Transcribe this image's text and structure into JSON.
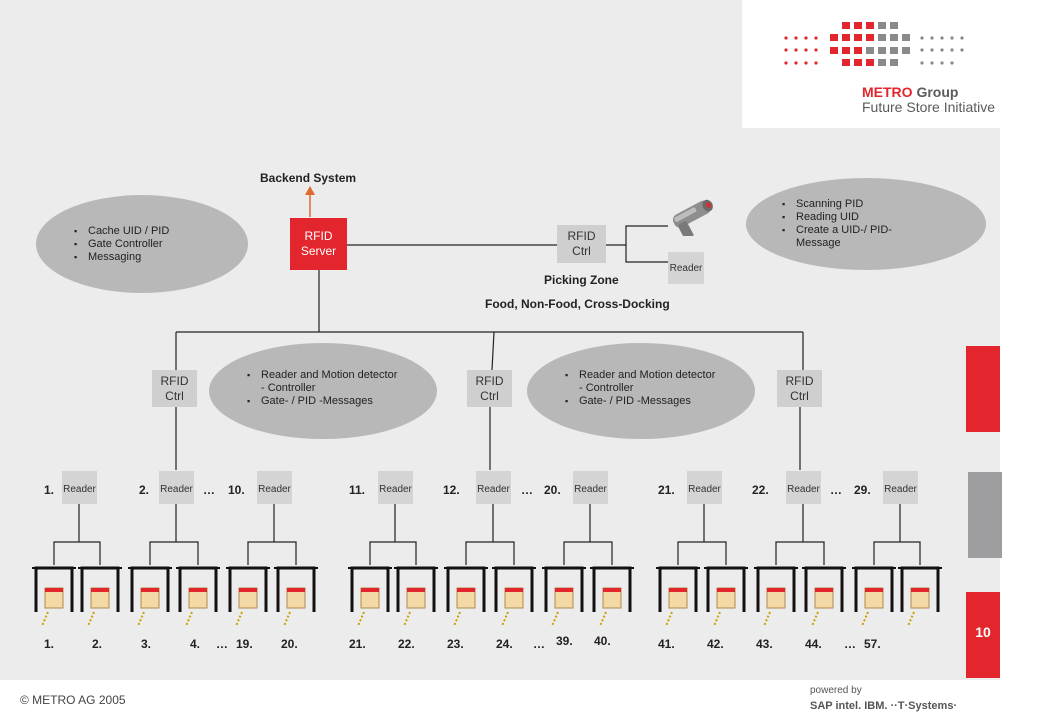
{
  "brand": {
    "name_red": "METRO",
    "name_grey": " Group",
    "initiative": "Future Store Initiative"
  },
  "backend_label": "Backend  System",
  "server": {
    "line1": "RFID",
    "line2": "Server"
  },
  "picking": {
    "ctrl_line1": "RFID",
    "ctrl_line2": "Ctrl",
    "reader": "Reader",
    "zone": "Picking Zone",
    "goods": "Food, Non-Food, Cross-Docking"
  },
  "ellipses": {
    "cache": [
      "Cache UID / PID",
      "Gate Controller",
      "Messaging"
    ],
    "scanning": [
      "Scanning PID",
      "Reading UID",
      "Create a UID-/ PID-\nMessage"
    ],
    "motion1": [
      "Reader and Motion detector\n- Controller",
      "Gate- / PID -Messages"
    ],
    "motion2": [
      "Reader and Motion detector\n- Controller",
      "Gate- / PID -Messages"
    ]
  },
  "ctrls": [
    {
      "line1": "RFID",
      "line2": "Ctrl"
    },
    {
      "line1": "RFID",
      "line2": "Ctrl"
    },
    {
      "line1": "RFID",
      "line2": "Ctrl"
    }
  ],
  "readers": [
    {
      "num": "1.",
      "label": "Reader"
    },
    {
      "num": "2.",
      "label": "Reader"
    },
    {
      "num": "10.",
      "label": "Reader"
    },
    {
      "num": "11.",
      "label": "Reader"
    },
    {
      "num": "12.",
      "label": "Reader"
    },
    {
      "num": "20.",
      "label": "Reader"
    },
    {
      "num": "21.",
      "label": "Reader"
    },
    {
      "num": "22.",
      "label": "Reader"
    },
    {
      "num": "29.",
      "label": "Reader"
    }
  ],
  "ellipsis": "…",
  "gate_numbers": [
    "1.",
    "2.",
    "3.",
    "4.",
    "19.",
    "20.",
    "21.",
    "22.",
    "23.",
    "24.",
    "39.",
    "40.",
    "41.",
    "42.",
    "43.",
    "44.",
    "57."
  ],
  "page_number": "10",
  "footer": "© METRO  AG 2005",
  "powered_by": "powered by",
  "sponsors": "SAP  intel.  IBM.  ··T·Systems·",
  "colors": {
    "accent": "#e3262d",
    "tab_grey": "#9e9ea0",
    "ellipse": "#b8b8b8",
    "box": "#cfcfcf"
  }
}
